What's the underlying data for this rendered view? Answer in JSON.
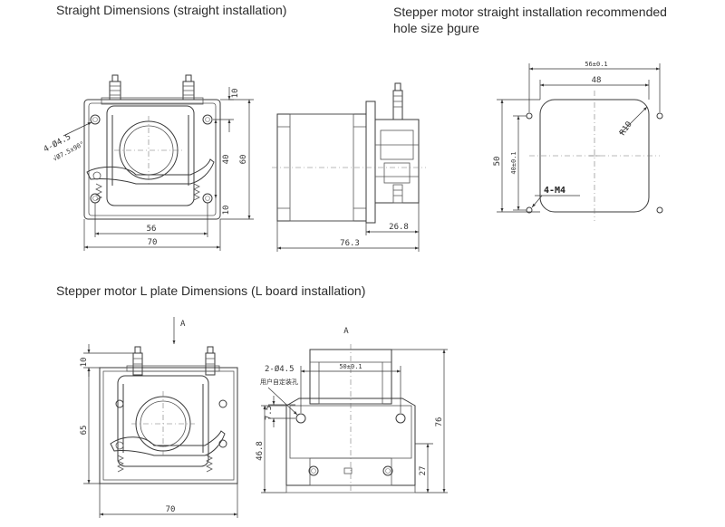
{
  "headings": {
    "straight": "Straight Dimensions (straight installation)",
    "recommend_line1": "Stepper motor straight installation recommended",
    "recommend_line2": "hole size þgure",
    "lplate": "Stepper motor L plate Dimensions (L board installation)"
  },
  "straight_front": {
    "hole_callout": "4-Ø4.5",
    "countersink": "√Ø7.5x90°",
    "width_holes": "56",
    "width_total": "70",
    "height_holes": "40",
    "height_total": "60",
    "top_offset": "10",
    "bottom_offset": "10"
  },
  "straight_side": {
    "total_length": "76.3",
    "pump_depth": "26.8"
  },
  "hole_figure": {
    "outer_width": "56±0.1",
    "inner_width": "48",
    "corner_radius": "R10",
    "outer_height": "50",
    "hole_spacing": "40±0.1",
    "holes_callout": "4-M4"
  },
  "lplate_front": {
    "view_marker": "A",
    "top_offset": "10",
    "height": "65",
    "width": "70"
  },
  "lplate_view_a": {
    "view_marker": "A",
    "hole_callout": "2-Ø4.5",
    "hole_note": "用户自定装孔",
    "slot_width": "50±0.1",
    "slot_offset": "7.5",
    "slot_height": "46.8",
    "total_height": "76",
    "bottom_offset": "27"
  }
}
